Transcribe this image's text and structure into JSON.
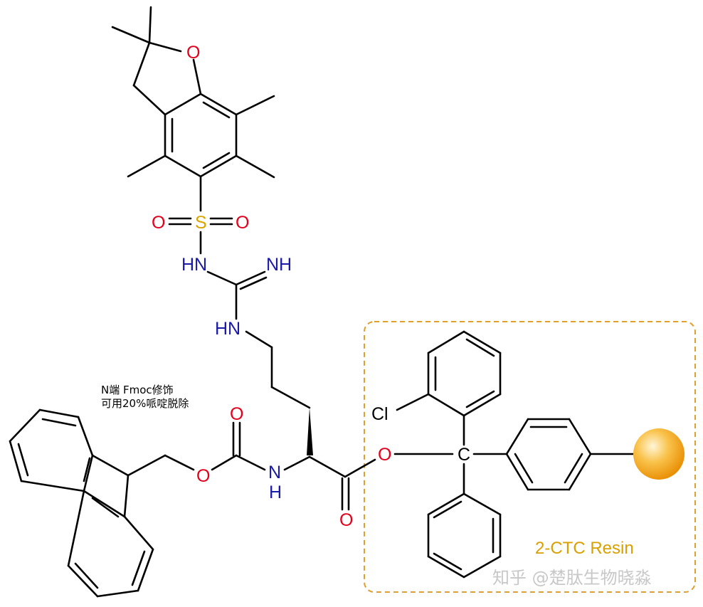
{
  "molecule": {
    "atoms": {
      "o_ring": "O",
      "s": "S",
      "o_s_left": "O",
      "o_s_right": "O",
      "n_sulfonamide": "HN",
      "n_imine": "NH",
      "n_guan": "HN",
      "o_carbonyl_fmoc": "O",
      "o_ester_fmoc": "O",
      "n_amide": "N",
      "n_amide_h": "H",
      "o_carbonyl_acid": "O",
      "o_ester_resin": "O",
      "c_trityl": "C",
      "cl": "Cl"
    }
  },
  "annotations": {
    "fmoc_note_line1": "N端 Fmoc修饰",
    "fmoc_note_line2": "可用20%哌啶脱除",
    "resin_label": "2-CTC Resin"
  },
  "watermark": {
    "text": "知乎 @楚肽生物晓淼"
  },
  "colors": {
    "oxygen": "#e2001a",
    "nitrogen": "#1a1aa8",
    "sulfur": "#d9a400",
    "resin_box": "#e0a030",
    "resin_bead": "#f7a81b"
  }
}
